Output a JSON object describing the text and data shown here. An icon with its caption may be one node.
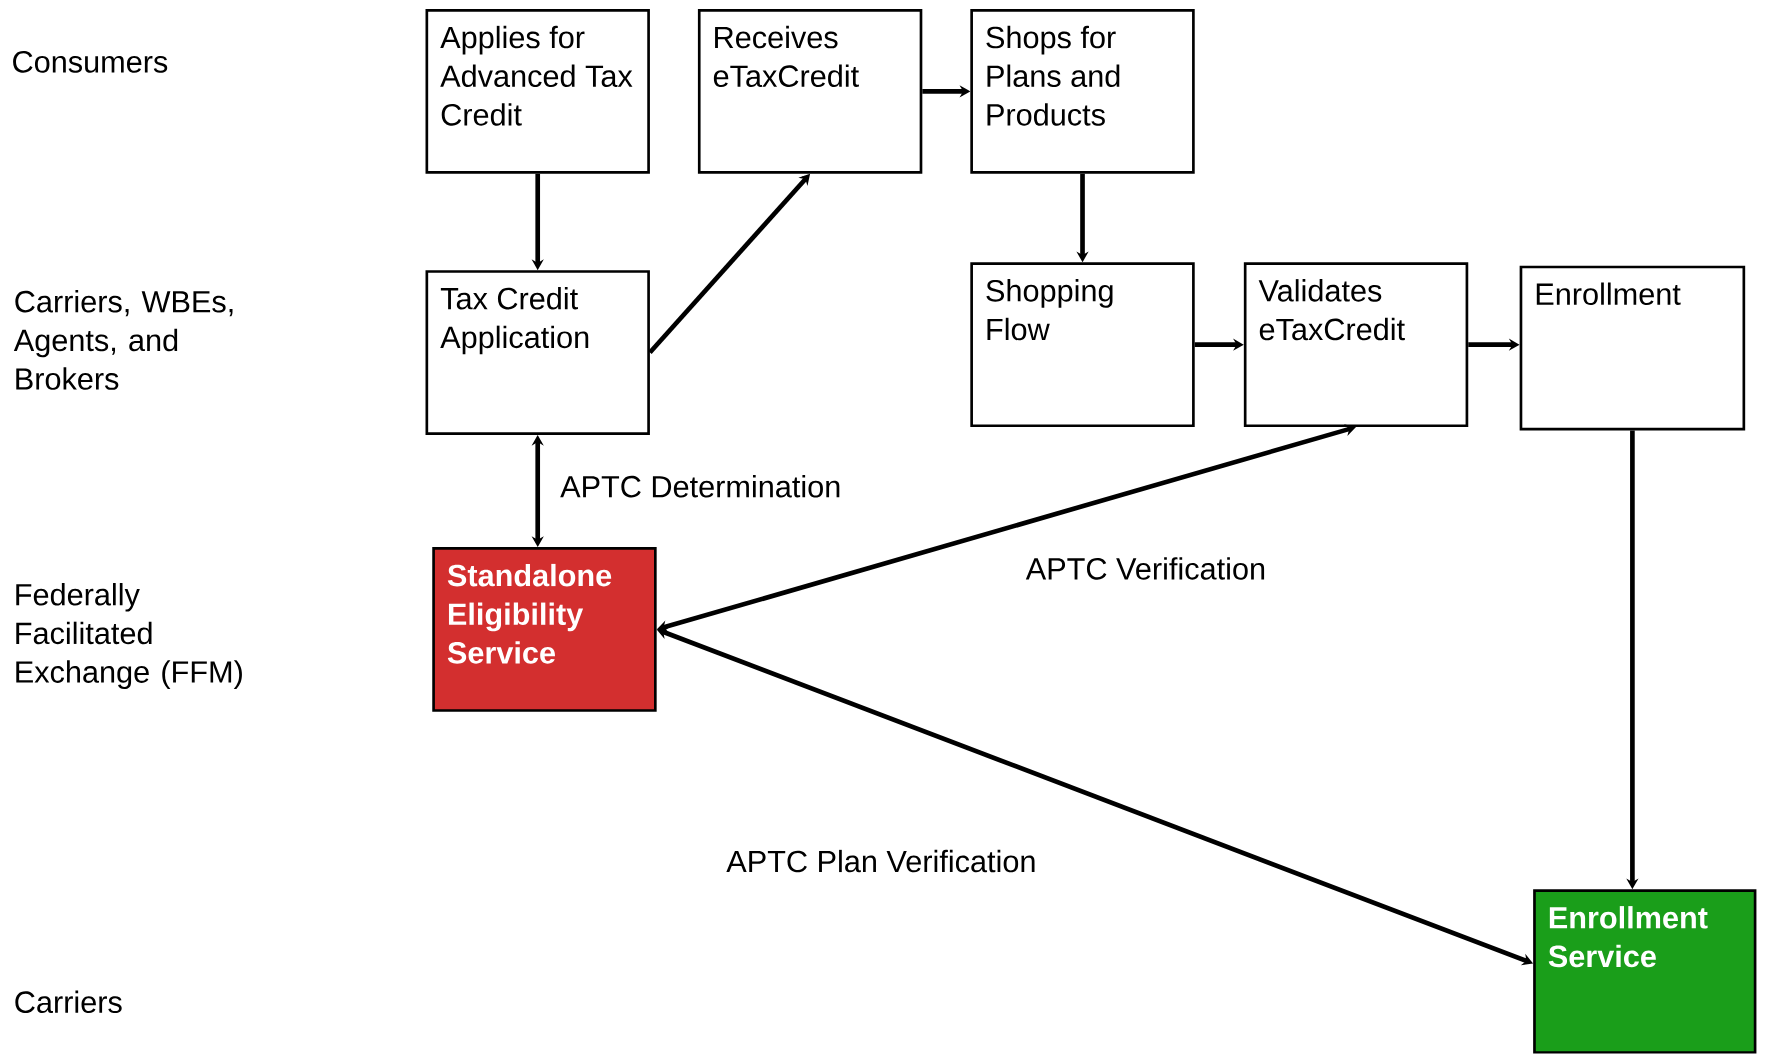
{
  "diagram": {
    "nodes": [
      {
        "text": [
          "Applies for Advanced Tax Credit"
        ]
      },
      {
        "text": [
          "Receives eTaxCredit"
        ]
      },
      {
        "text": [
          "Shops for Plans and Products"
        ]
      },
      {
        "text": [
          "Tax Credit Application"
        ]
      },
      {
        "text": [
          "Shopping Flow"
        ]
      },
      {
        "text": [
          "Validates eTaxCredit"
        ]
      },
      {
        "text": [
          "Enrollment"
        ]
      },
      {
        "text": [
          "Standalone Eligibility Service"
        ]
      },
      {
        "text": [
          "Enrollment Service"
        ]
      }
    ],
    "edges": [
      {
        "from": 0,
        "to": 3,
        "arrow": "to"
      },
      {
        "from": 3,
        "to": 1,
        "arrow": "to"
      },
      {
        "from": 1,
        "to": 2,
        "arrow": "to"
      },
      {
        "from": 2,
        "to": 4,
        "arrow": "to"
      },
      {
        "from": 4,
        "to": 5,
        "arrow": "to"
      },
      {
        "from": 5,
        "to": 6,
        "arrow": "to"
      },
      {
        "from": 6,
        "to": 8,
        "arrow": "to"
      },
      {
        "from": 3,
        "to": 7,
        "arrow": "both",
        "label": "APTC Determination"
      },
      {
        "from": 7,
        "to": 5,
        "arrow": "both",
        "label": "APTC Verification"
      },
      {
        "from": 7,
        "to": 8,
        "arrow": "both",
        "label": "APTC Plan Verification"
      }
    ],
    "labels": [
      "Consumers",
      "Carriers, WBEs, Agents, and Brokers",
      "Federally Facilitated Exchange (FFM)",
      "Carriers"
    ]
  }
}
